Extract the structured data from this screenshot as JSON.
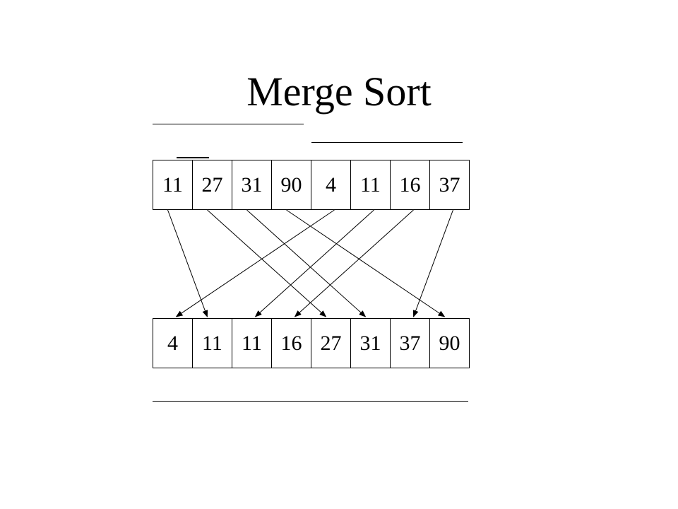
{
  "title": "Merge Sort",
  "input_row": [
    "11",
    "27",
    "31",
    "90",
    "4",
    "11",
    "16",
    "37"
  ],
  "output_row": [
    "4",
    "11",
    "11",
    "16",
    "27",
    "31",
    "37",
    "90"
  ],
  "arrows": [
    [
      0,
      1
    ],
    [
      1,
      4
    ],
    [
      2,
      5
    ],
    [
      3,
      7
    ],
    [
      4,
      0
    ],
    [
      5,
      2
    ],
    [
      6,
      3
    ],
    [
      7,
      6
    ]
  ]
}
